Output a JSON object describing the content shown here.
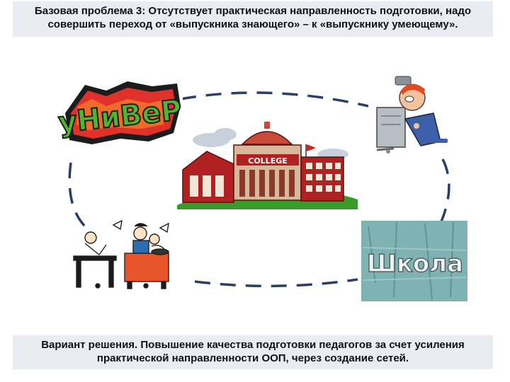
{
  "top_box": {
    "text": "Базовая проблема 3: Отсутствует практическая направленность подготовки, надо совершить переход от «выпускника знающего» – к «выпускнику умеющему»."
  },
  "bottom_box": {
    "text": "Вариант решения. Повышение качества подготовки педагогов за счет усиления практической направленности  ООП, через создание сетей."
  },
  "images": {
    "graffiti_word": "уНиВеР",
    "college_sign": "COLLEGE",
    "school_sign": "Школа"
  },
  "colors": {
    "box_background": "#e9ecf3",
    "dashed_line": "#2b3f66",
    "graffiti_red": "#e0322a",
    "graffiti_green": "#53b432",
    "college_red": "#b02222",
    "wall_teal": "#7fb2b3"
  },
  "icons": [
    "graffiti-univer-icon",
    "college-building-icon",
    "mechanic-character-icon",
    "office-workers-icon",
    "school-sign-icon"
  ]
}
